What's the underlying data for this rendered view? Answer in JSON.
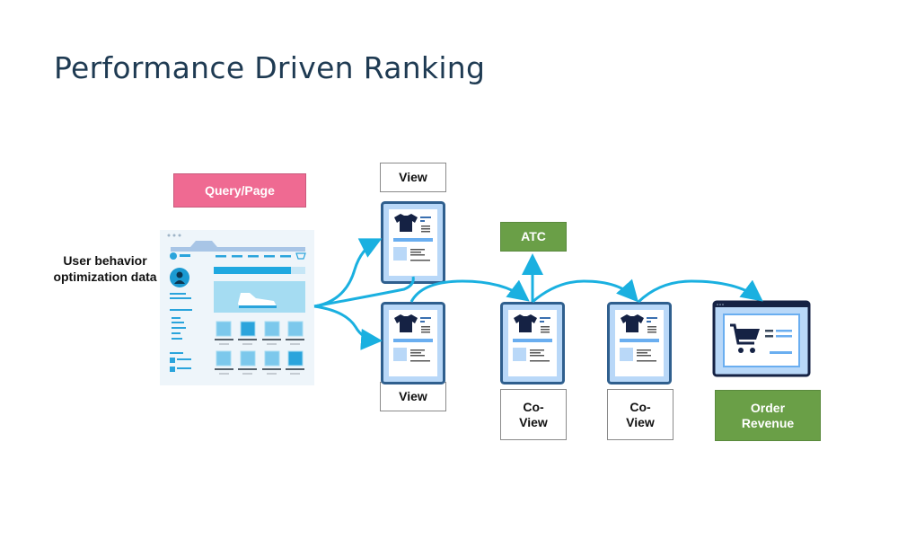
{
  "title": "Performance Driven Ranking",
  "side_label": "User behavior optimization data",
  "nodes": {
    "query_page": "Query/Page",
    "view_top": "View",
    "view_bottom": "View",
    "atc": "ATC",
    "coview_1": "Co-\nView",
    "coview_2": "Co-\nView",
    "order_revenue": "Order\nRevenue"
  },
  "colors": {
    "title": "#1e3a52",
    "arrow": "#1ab0e0",
    "query_box": "#ef6a92",
    "green_box": "#6a9f47",
    "card_border": "#2f5f8e",
    "card_fill": "#b9d8f8",
    "shirt": "#152244"
  }
}
